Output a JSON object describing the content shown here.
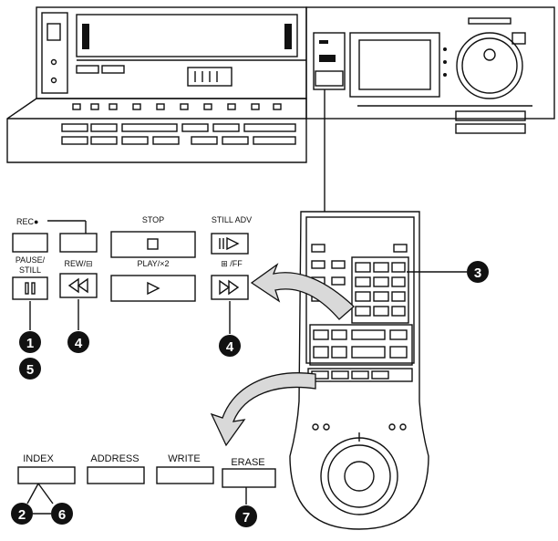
{
  "buttons": {
    "rec": "REC●",
    "pause_still": "PAUSE/\nSTILL",
    "stop": "STOP",
    "still_adv": "STILL ADV",
    "rew": "REW/⊟",
    "play": "PLAY/×2",
    "ff": "⊞ /FF",
    "index": "INDEX",
    "address": "ADDRESS",
    "write": "WRITE",
    "erase": "ERASE"
  },
  "callouts": {
    "c1": "1",
    "c2": "2",
    "c3": "3",
    "c4a": "4",
    "c4b": "4",
    "c5": "5",
    "c6": "6",
    "c7": "7"
  },
  "icons": {
    "pause": "pause-icon",
    "stop": "stop-icon",
    "still_adv": "frame-advance-icon",
    "rew": "rewind-icon",
    "play": "play-icon",
    "ff": "fast-forward-icon"
  },
  "colors": {
    "ink": "#111111",
    "paper": "#ffffff",
    "arrow_fill": "#d9d9d9"
  }
}
